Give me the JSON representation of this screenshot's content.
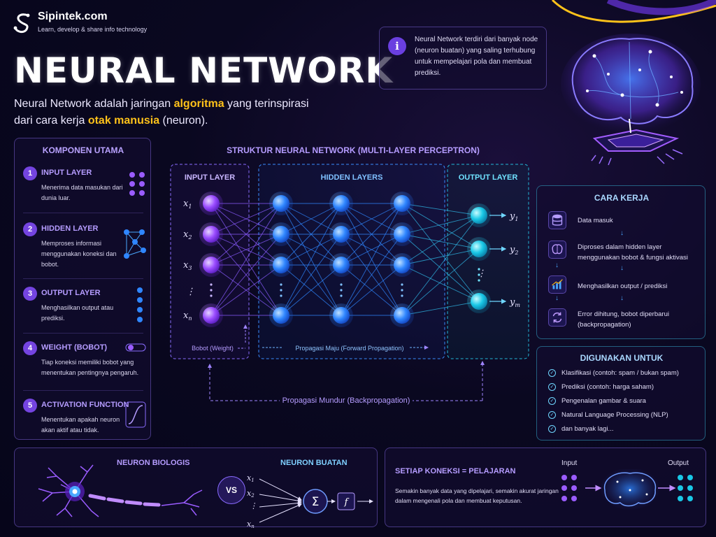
{
  "brand": {
    "name": "Sipintek.com",
    "tagline": "Learn, develop & share info technology"
  },
  "title": "NEURAL NETWORK",
  "intro": {
    "part1": "Neural Network adalah jaringan ",
    "highlight1": "algoritma",
    "part2": " yang terinspirasi",
    "part3": "dari cara kerja ",
    "highlight2": "otak manusia",
    "part4": " (neuron)."
  },
  "info_box": {
    "icon": "i",
    "text": "Neural Network terdiri dari banyak node (neuron buatan) yang saling terhubung untuk mempelajari pola dan membuat prediksi."
  },
  "komponen": {
    "title": "KOMPONEN UTAMA",
    "items": [
      {
        "num": "1",
        "title": "INPUT LAYER",
        "desc": "Menerima data masukan dari dunia luar.",
        "icon": "input-dots-icon"
      },
      {
        "num": "2",
        "title": "HIDDEN LAYER",
        "desc": "Memproses informasi menggunakan koneksi dan bobot.",
        "icon": "hidden-network-icon"
      },
      {
        "num": "3",
        "title": "OUTPUT LAYER",
        "desc": "Menghasilkan output atau prediksi.",
        "icon": "output-dots-icon"
      },
      {
        "num": "4",
        "title": "WEIGHT (BOBOT)",
        "desc": "Tiap koneksi memiliki bobot yang menentukan pentingnya pengaruh.",
        "icon": "weight-slider-icon"
      },
      {
        "num": "5",
        "title": "ACTIVATION FUNCTION",
        "desc": "Menentukan apakah neuron akan aktif atau tidak.",
        "icon": "sigmoid-curve-icon"
      }
    ]
  },
  "structure": {
    "title": "STRUKTUR NEURAL NETWORK (MULTI-LAYER PERCEPTRON)",
    "input_layer": "INPUT LAYER",
    "hidden_layers": "HIDDEN LAYERS",
    "output_layer": "OUTPUT LAYER",
    "input_labels": [
      "x",
      "x",
      "x",
      "⋮",
      "x"
    ],
    "input_subs": [
      "1",
      "2",
      "3",
      "",
      "n"
    ],
    "output_labels": [
      "y",
      "y",
      "⋮",
      "y"
    ],
    "output_subs": [
      "1",
      "2",
      "",
      "m"
    ],
    "weight_label": "Bobot (Weight)",
    "forward_label": "Propagasi Maju (Forward Propagation)",
    "backward_label": "Propagasi Mundur (Backpropagation)"
  },
  "cara_kerja": {
    "title": "CARA KERJA",
    "steps": [
      {
        "icon": "database-icon",
        "text": "Data masuk"
      },
      {
        "icon": "brain-icon",
        "text": "Diproses dalam hidden layer menggunakan bobot & fungsi aktivasi"
      },
      {
        "icon": "chart-icon",
        "text": "Menghasilkan output / prediksi"
      },
      {
        "icon": "refresh-icon",
        "text": "Error dihitung, bobot diperbarui (backpropagation)"
      }
    ]
  },
  "digunakan": {
    "title": "DIGUNAKAN UNTUK",
    "items": [
      "Klasifikasi (contoh: spam / bukan spam)",
      "Prediksi (contoh: harga saham)",
      "Pengenalan gambar & suara",
      "Natural Language Processing (NLP)",
      "dan banyak lagi..."
    ]
  },
  "bottom": {
    "neuron_bio": "NEURON BIOLOGIS",
    "vs": "VS",
    "neuron_buatan": "NEURON BUATAN",
    "sum_symbol": "Σ",
    "func_symbol": "f",
    "art_inputs": [
      "x",
      "x",
      "x"
    ],
    "art_input_subs": [
      "1",
      "2",
      "n"
    ],
    "koneksi_title": "SETIAP KONEKSI = PELAJARAN",
    "koneksi_desc": "Semakin banyak data yang dipelajari, semakin akurat jaringan dalam mengenali pola dan membuat keputusan.",
    "input_label": "Input",
    "output_label": "Output"
  },
  "colors": {
    "background": "#0a0820",
    "purple": "#8a5cff",
    "blue": "#2f86ff",
    "cyan": "#19c8e6",
    "yellow": "#ffc21a"
  }
}
